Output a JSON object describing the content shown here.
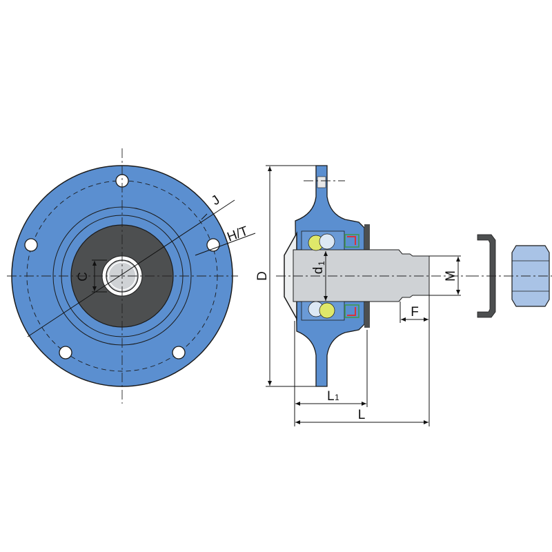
{
  "colors": {
    "housing": "#5b8fd0",
    "shaft": "#cfd2d5",
    "insert": "#4d4f50",
    "outline": "#1a1a1a",
    "seal_red": "#d8323c",
    "seal_green": "#3f9a4a",
    "ball": "#dce8f4",
    "cage": "#dfe86a",
    "nut": "#a9c3e6"
  },
  "labels": {
    "C": "C",
    "J": "J",
    "HT": "H/T",
    "D": "D",
    "d1_main": "d",
    "d1_sub": "1",
    "M": "M",
    "F": "F",
    "L1_main": "L",
    "L1_sub": "1",
    "L": "L"
  }
}
